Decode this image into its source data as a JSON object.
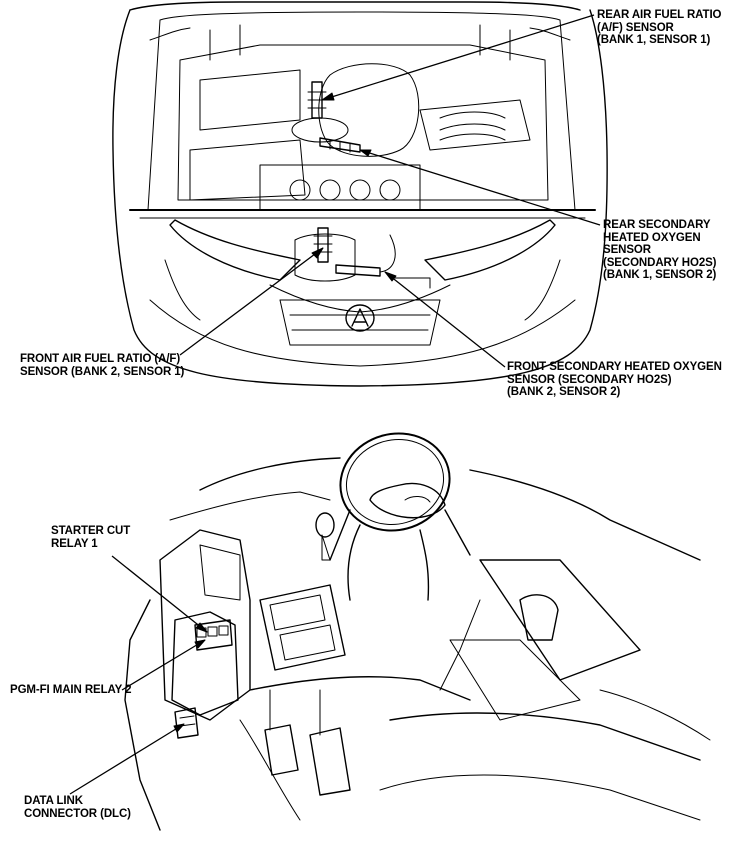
{
  "engine_view": {
    "labels": {
      "rear_af_sensor": "REAR AIR FUEL RATIO\n(A/F) SENSOR\n(BANK 1, SENSOR 1)",
      "rear_ho2s": "REAR SECONDARY\nHEATED OXYGEN\nSENSOR\n(SECONDARY HO2S)\n(BANK 1, SENSOR 2)",
      "front_af_sensor": "FRONT AIR FUEL RATIO (A/F)\nSENSOR (BANK 2, SENSOR 1)",
      "front_ho2s": "FRONT SECONDARY HEATED OXYGEN\nSENSOR (SECONDARY HO2S)\n(BANK 2, SENSOR 2)"
    }
  },
  "dashboard_view": {
    "labels": {
      "starter_cut_relay": "STARTER CUT\nRELAY 1",
      "pgm_fi_main_relay": "PGM-FI MAIN RELAY 2",
      "dlc": "DATA LINK\nCONNECTOR (DLC)"
    }
  }
}
